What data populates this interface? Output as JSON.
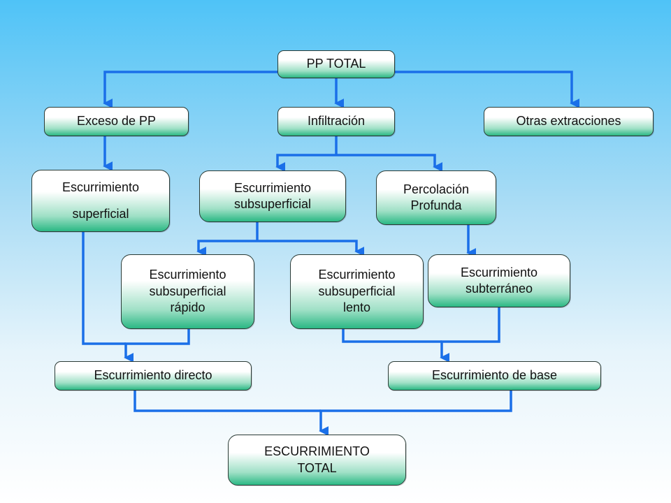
{
  "nodes": {
    "pp_total": "PP TOTAL",
    "exceso_pp": "Exceso de PP",
    "infiltracion": "Infiltración",
    "otras_extracciones": "Otras extracciones",
    "escurrimiento_superficial": "Escurrimiento\n\nsuperficial",
    "escurrimiento_subsuperficial": "Escurrimiento\nsubsuperficial",
    "percolacion_profunda": "Percolación\nProfunda",
    "subsuperficial_rapido": "Escurrimiento\nsubsuperficial\nrápido",
    "subsuperficial_lento": "Escurrimiento\nsubsuperficial\nlento",
    "subterraneo": "Escurrimiento\nsubterráneo",
    "escurrimiento_directo": "Escurrimiento directo",
    "escurrimiento_base": "Escurrimiento de base",
    "escurrimiento_total": "ESCURRIMIENTO\nTOTAL"
  },
  "colors": {
    "connector": "#1a6fe8",
    "node_fill_bottom": "#2bb884"
  }
}
